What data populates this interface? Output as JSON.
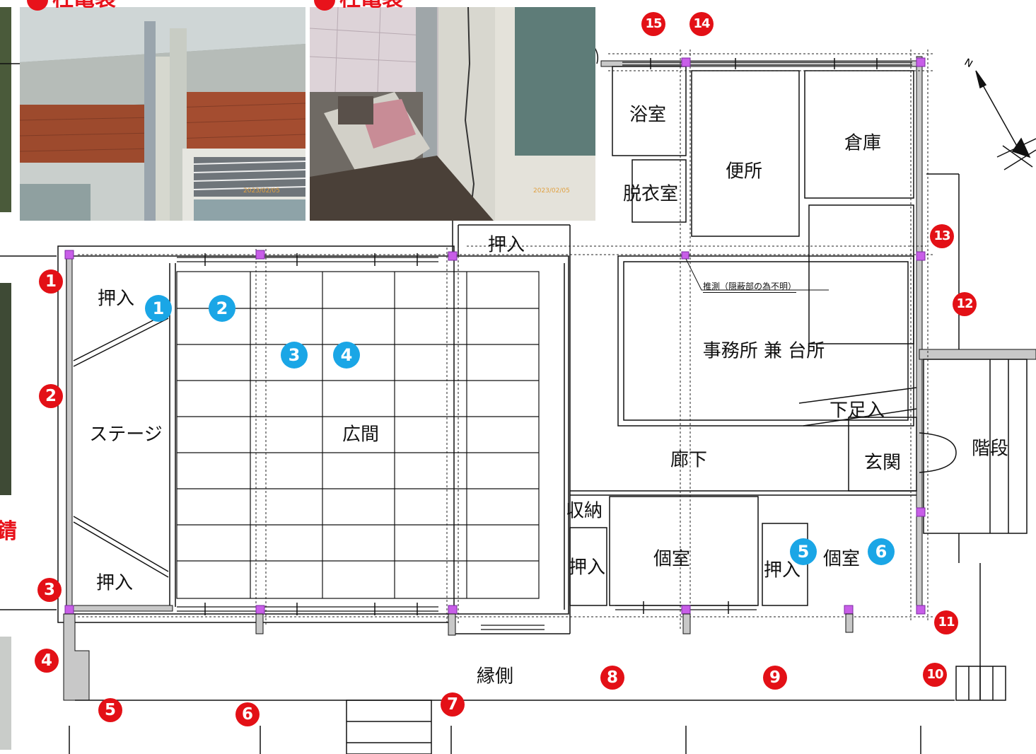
{
  "photos": [
    {
      "caption_text": "柱亀裂",
      "date_stamp": "2023/02/05"
    },
    {
      "caption_text": "柱亀裂",
      "date_stamp": "2023/02/05"
    }
  ],
  "rooms": {
    "oshiire_top": "押入",
    "oshiire_stage_top": "押入",
    "stage": "ステージ",
    "oshiire_stage_bottom": "押入",
    "hiroma": "広間",
    "yokushitsu": "浴室",
    "datsuishitsu": "脱衣室",
    "benjo": "便所",
    "souko": "倉庫",
    "jimusho": "事務所 兼 台所",
    "shimoashiire": "下足入",
    "genkan": "玄関",
    "kaidan": "階段",
    "rouka": "廊下",
    "shuunou": "収納",
    "oshiire_left": "押入",
    "koshitsu_1": "個室",
    "oshiire_right": "押入",
    "koshitsu_2": "個室",
    "engawa": "縁側"
  },
  "note": "推測（隠蔽部の為不明）",
  "edge_fragment": "錆",
  "red_markers": [
    "1",
    "2",
    "3",
    "4",
    "5",
    "6",
    "7",
    "8",
    "9",
    "10",
    "11",
    "12",
    "13",
    "14",
    "15"
  ],
  "blue_markers": [
    "1",
    "2",
    "3",
    "4",
    "5",
    "6"
  ],
  "compass_label": "N",
  "colors": {
    "red_marker": "#e31016",
    "blue_marker": "#1aa6e6",
    "column": "#c85ee8"
  }
}
